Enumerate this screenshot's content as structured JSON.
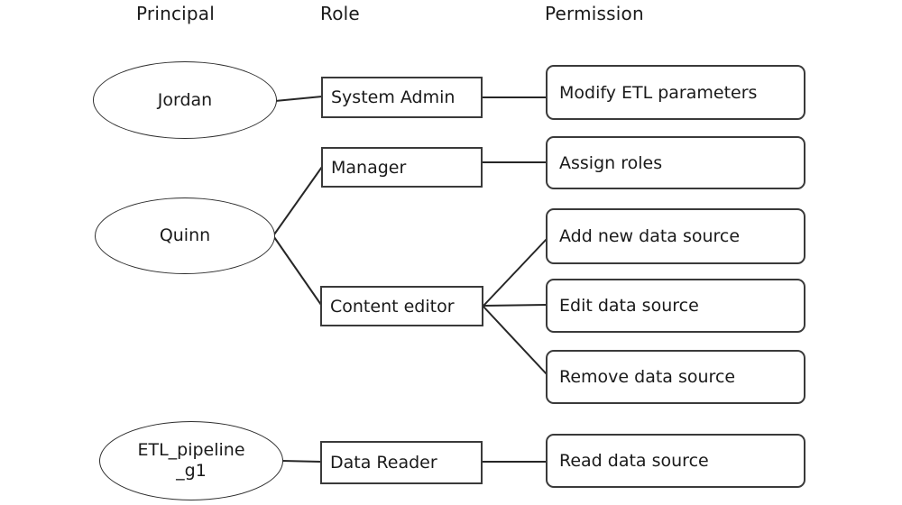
{
  "diagram": {
    "columns": {
      "principal": "Principal",
      "role": "Role",
      "permission": "Permission"
    },
    "principals": [
      {
        "label": "Jordan"
      },
      {
        "label": "Quinn"
      },
      {
        "label_line1": "ETL_pipeline",
        "label_line2": "_g1"
      }
    ],
    "roles": [
      {
        "label": "System Admin"
      },
      {
        "label": "Manager"
      },
      {
        "label": "Content editor"
      },
      {
        "label": "Data Reader"
      }
    ],
    "permissions": [
      {
        "label": "Modify ETL parameters"
      },
      {
        "label": "Assign roles"
      },
      {
        "label": "Add new data source"
      },
      {
        "label": "Edit data source"
      },
      {
        "label": "Remove data source"
      },
      {
        "label": "Read data source"
      }
    ],
    "edges": [
      {
        "from": "Jordan",
        "to": "System Admin"
      },
      {
        "from": "Quinn",
        "to": "Manager"
      },
      {
        "from": "Quinn",
        "to": "Content editor"
      },
      {
        "from": "ETL_pipeline_g1",
        "to": "Data Reader"
      },
      {
        "from": "System Admin",
        "to": "Modify ETL parameters"
      },
      {
        "from": "Manager",
        "to": "Assign roles"
      },
      {
        "from": "Content editor",
        "to": "Add new data source"
      },
      {
        "from": "Content editor",
        "to": "Edit data source"
      },
      {
        "from": "Content editor",
        "to": "Remove data source"
      },
      {
        "from": "Data Reader",
        "to": "Read data source"
      }
    ],
    "colors": {
      "line": "#262626",
      "text": "#1a1a1a",
      "background": "#ffffff"
    }
  }
}
